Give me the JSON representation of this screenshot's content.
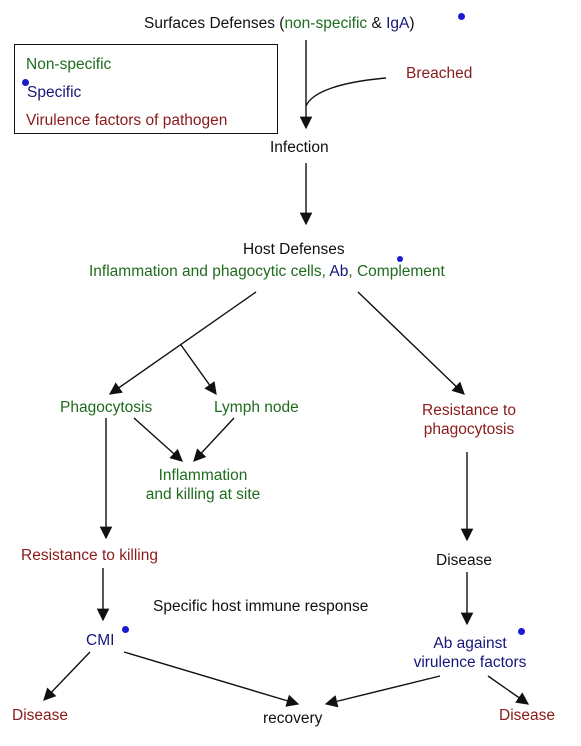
{
  "top": {
    "prefix": "Surfaces Defenses (",
    "nonspecific": "non-specific",
    "amp": " & ",
    "iga": "IgA",
    "suffix": ")"
  },
  "legend": {
    "nonspecific": "Non-specific",
    "specific": "Specific",
    "virulence": "Virulence factors of pathogen"
  },
  "breached": "Breached",
  "infection": "Infection",
  "host": {
    "title": "Host Defenses",
    "part1": "Inflammation and phagocytic cells,",
    "ab": "Ab",
    "comma": ",",
    "complement": "Complement"
  },
  "phagocytosis": "Phagocytosis",
  "lymph_node": "Lymph node",
  "resistance_phago": [
    "Resistance to",
    "phagocytosis"
  ],
  "inflammation_site": [
    "Inflammation",
    "and killing at site"
  ],
  "resistance_killing": "Resistance to killing",
  "disease_right": "Disease",
  "specific_response": "Specific host immune response",
  "cmi": "CMI",
  "ab_against": [
    "Ab against",
    "virulence factors"
  ],
  "disease_left": "Disease",
  "recovery": "recovery",
  "disease_bottom_right": "Disease",
  "colors": {
    "nonspecific": "#1f6b1f",
    "specific": "#16167a",
    "virulence": "#8b1a1a",
    "neutral": "#111111",
    "marker": "#1a1ad0"
  }
}
